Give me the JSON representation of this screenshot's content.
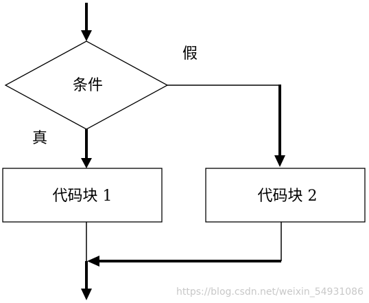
{
  "diagram": {
    "condition_label": "条件",
    "true_label": "真",
    "false_label": "假",
    "block1_label": "代码块 1",
    "block2_label": "代码块 2"
  },
  "watermark": {
    "text": "https://blog.csdn.net/weixin_54931086"
  }
}
